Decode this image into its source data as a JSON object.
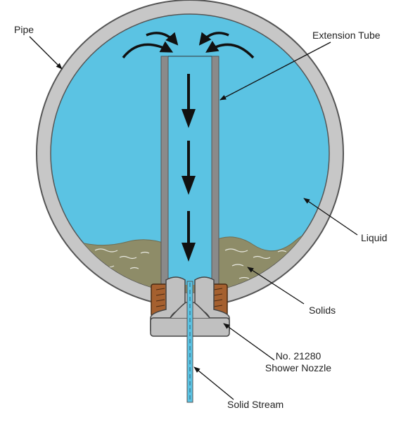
{
  "labels": {
    "pipe": "Pipe",
    "extension_tube": "Extension Tube",
    "liquid": "Liquid",
    "solids": "Solids",
    "nozzle_line1": "No. 21280",
    "nozzle_line2": "Shower Nozzle",
    "solid_stream": "Solid Stream"
  },
  "colors": {
    "liquid": "#5bc3e3",
    "pipe_wall": "#c7c7c7",
    "solids": "#8e8c68",
    "tube_wall": "#8a8a8a",
    "thread": "#a5602f",
    "nozzle": "#c0c0c0",
    "arrow": "#111111"
  }
}
